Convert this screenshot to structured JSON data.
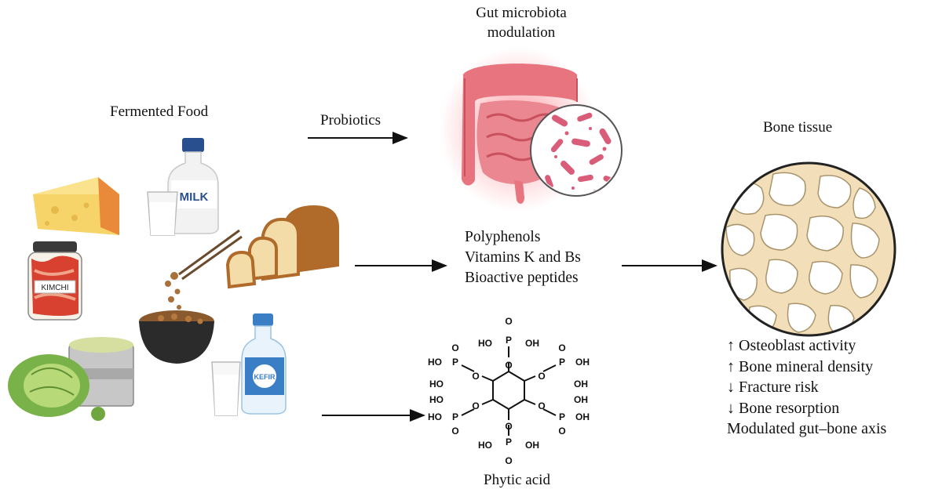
{
  "labels": {
    "fermented_food": "Fermented Food",
    "probiotics": "Probiotics",
    "gut_title_line1": "Gut microbiota",
    "gut_title_line2": "modulation",
    "bone_tissue": "Bone tissue",
    "phytic_acid": "Phytic acid"
  },
  "compounds": [
    "Polyphenols",
    "Vitamins K and Bs",
    "Bioactive peptides"
  ],
  "outcomes": [
    "↑ Osteoblast activity",
    "↑ Bone mineral  density",
    "↓ Fracture risk",
    "↓ Bone resorption",
    "Modulated gut–bone axis"
  ],
  "food_text": {
    "milk": "MILK",
    "kimchi": "KIMCHI",
    "kefir": "KEFIR"
  },
  "phytic_groups": {
    "oh": "OH",
    "ho": "HO",
    "o": "O",
    "p": "P"
  },
  "colors": {
    "gut": "#e8747f",
    "gut_glow": "#ff4d5a",
    "bacteria": "#d95c78",
    "bone_matrix": "#f2dfb9",
    "arrow": "#111111"
  }
}
